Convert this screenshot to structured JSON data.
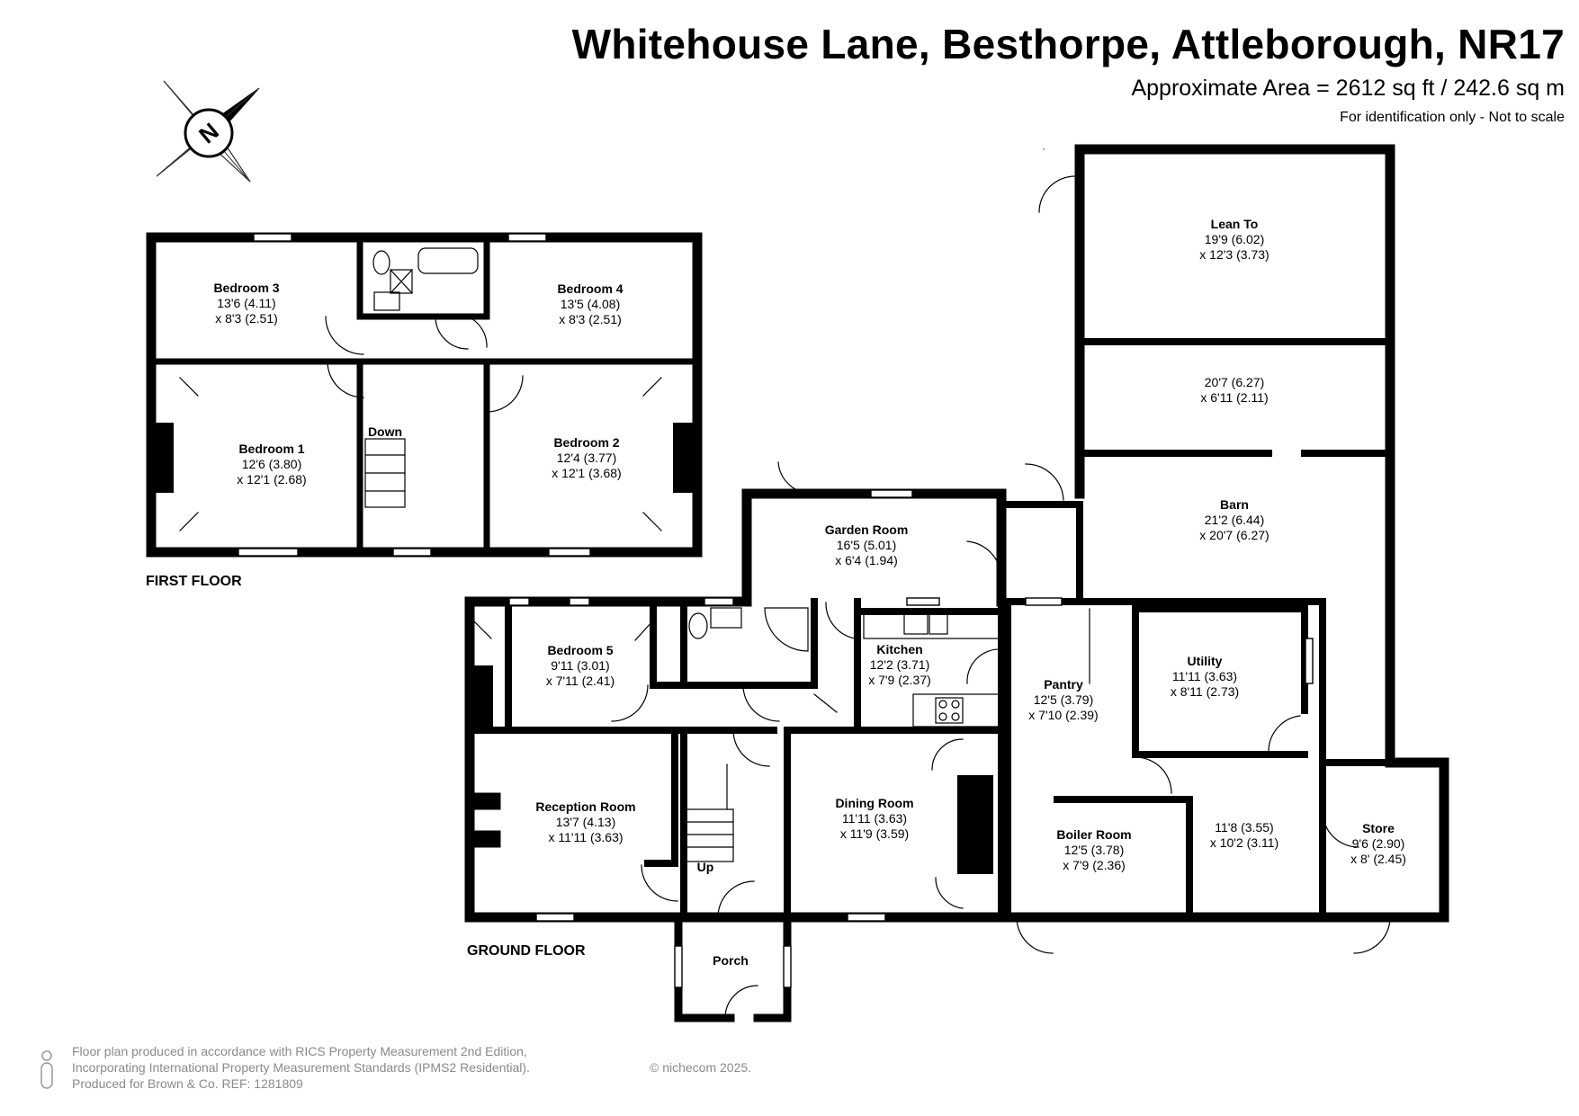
{
  "header": {
    "title": "Whitehouse Lane, Besthorpe, Attleborough, NR17",
    "area": "Approximate Area = 2612 sq ft / 242.6 sq m",
    "note": "For identification only - Not to scale"
  },
  "compass": {
    "letter": "N"
  },
  "floors": {
    "first": "FIRST FLOOR",
    "ground": "GROUND FLOOR"
  },
  "rooms": {
    "bedroom3": {
      "name": "Bedroom 3",
      "dim1": "13'6 (4.11)",
      "dim2": "x 8'3 (2.51)"
    },
    "bedroom4": {
      "name": "Bedroom 4",
      "dim1": "13'5 (4.08)",
      "dim2": "x 8'3 (2.51)"
    },
    "bedroom1": {
      "name": "Bedroom 1",
      "dim1": "12'6 (3.80)",
      "dim2": "x 12'1 (2.68)"
    },
    "bedroom2": {
      "name": "Bedroom 2",
      "dim1": "12'4 (3.77)",
      "dim2": "x 12'1 (3.68)"
    },
    "stairs_down": "Down",
    "lean_to": {
      "name": "Lean To",
      "dim1": "19'9 (6.02)",
      "dim2": "x 12'3 (3.73)"
    },
    "unnamed_barn_front": {
      "dim1": "20'7 (6.27)",
      "dim2": "x 6'11 (2.11)"
    },
    "barn": {
      "name": "Barn",
      "dim1": "21'2 (6.44)",
      "dim2": "x 20'7 (6.27)"
    },
    "garden_room": {
      "name": "Garden Room",
      "dim1": "16'5 (5.01)",
      "dim2": "x 6'4 (1.94)"
    },
    "bedroom5": {
      "name": "Bedroom 5",
      "dim1": "9'11 (3.01)",
      "dim2": "x 7'11 (2.41)"
    },
    "kitchen": {
      "name": "Kitchen",
      "dim1": "12'2 (3.71)",
      "dim2": "x 7'9 (2.37)"
    },
    "pantry": {
      "name": "Pantry",
      "dim1": "12'5 (3.79)",
      "dim2": "x 7'10 (2.39)"
    },
    "utility": {
      "name": "Utility",
      "dim1": "11'11 (3.63)",
      "dim2": "x 8'11 (2.73)"
    },
    "reception": {
      "name": "Reception Room",
      "dim1": "13'7 (4.13)",
      "dim2": "x 11'11 (3.63)"
    },
    "dining": {
      "name": "Dining Room",
      "dim1": "11'11 (3.63)",
      "dim2": "x 11'9 (3.59)"
    },
    "boiler": {
      "name": "Boiler Room",
      "dim1": "12'5 (3.78)",
      "dim2": "x 7'9 (2.36)"
    },
    "unnamed_rear": {
      "dim1": "11'8 (3.55)",
      "dim2": "x 10'2 (3.11)"
    },
    "store": {
      "name": "Store",
      "dim1": "9'6 (2.90)",
      "dim2": "x 8' (2.45)"
    },
    "stairs_up": "Up",
    "porch": {
      "name": "Porch"
    }
  },
  "footer": {
    "line1": "Floor plan produced in accordance with RICS Property Measurement 2nd Edition,",
    "line2": "Incorporating International Property Measurement Standards (IPMS2 Residential).",
    "line3": "Produced for Brown & Co.   REF: 1281809",
    "copyright": "© nichecom 2025."
  }
}
